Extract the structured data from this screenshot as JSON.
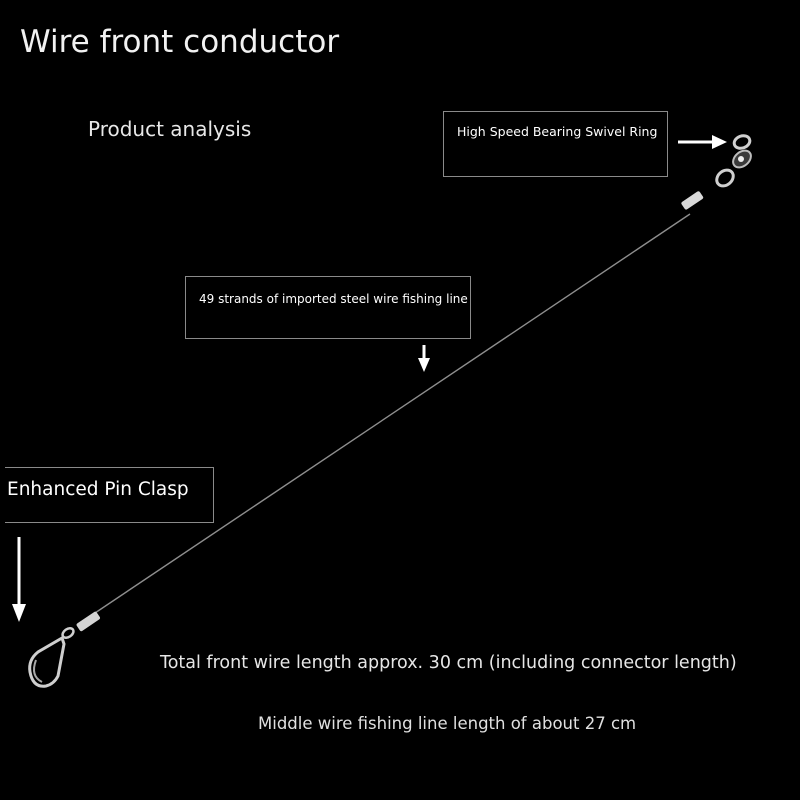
{
  "title": "Wire front conductor",
  "subtitle": "Product analysis",
  "callouts": {
    "swivel": "High Speed Bearing Swivel Ring",
    "wire": "49 strands of imported steel wire fishing line",
    "clasp": "Enhanced Pin Clasp"
  },
  "notes": {
    "total_length": "Total front wire length approx. 30 cm (including connector length)",
    "middle_length": "Middle wire fishing line length of about 27 cm"
  },
  "colors": {
    "background": "#000000",
    "text": "#ffffff",
    "wire": "#9a9a9a",
    "metal": "#c8c8c8"
  },
  "icons": [
    "arrow-right-icon",
    "arrow-down-icon",
    "swivel-ring-icon",
    "pin-clasp-icon"
  ]
}
